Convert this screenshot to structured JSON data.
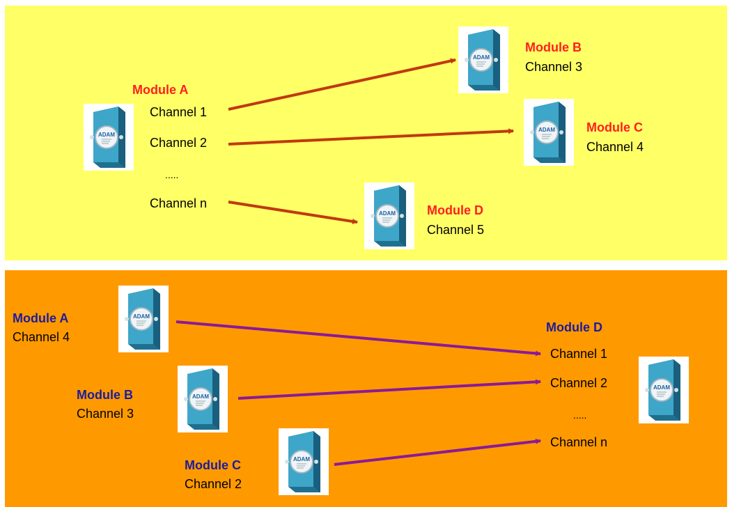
{
  "colors": {
    "top_panel_bg": "#ffff66",
    "bottom_panel_bg": "#ff9900",
    "top_arrow": "#c0390f",
    "bottom_arrow": "#8a1a96",
    "module_title_top": "#ff1f1f",
    "module_title_bottom": "#1c1c9c",
    "module_body": "#3ea6c8"
  },
  "device_brand": "ADAM",
  "top": {
    "source": {
      "title": "Module A",
      "channels": [
        "Channel 1",
        "Channel 2",
        ".....",
        "Channel n"
      ]
    },
    "targets": [
      {
        "title": "Module B",
        "channel": "Channel 3"
      },
      {
        "title": "Module C",
        "channel": "Channel 4"
      },
      {
        "title": "Module D",
        "channel": "Channel 5"
      }
    ]
  },
  "bottom": {
    "sources": [
      {
        "title": "Module A",
        "channel": "Channel 4"
      },
      {
        "title": "Module B",
        "channel": "Channel 3"
      },
      {
        "title": "Module C",
        "channel": "Channel 2"
      }
    ],
    "target": {
      "title": "Module D",
      "channels": [
        "Channel 1",
        "Channel 2",
        ".....",
        "Channel n"
      ]
    }
  }
}
